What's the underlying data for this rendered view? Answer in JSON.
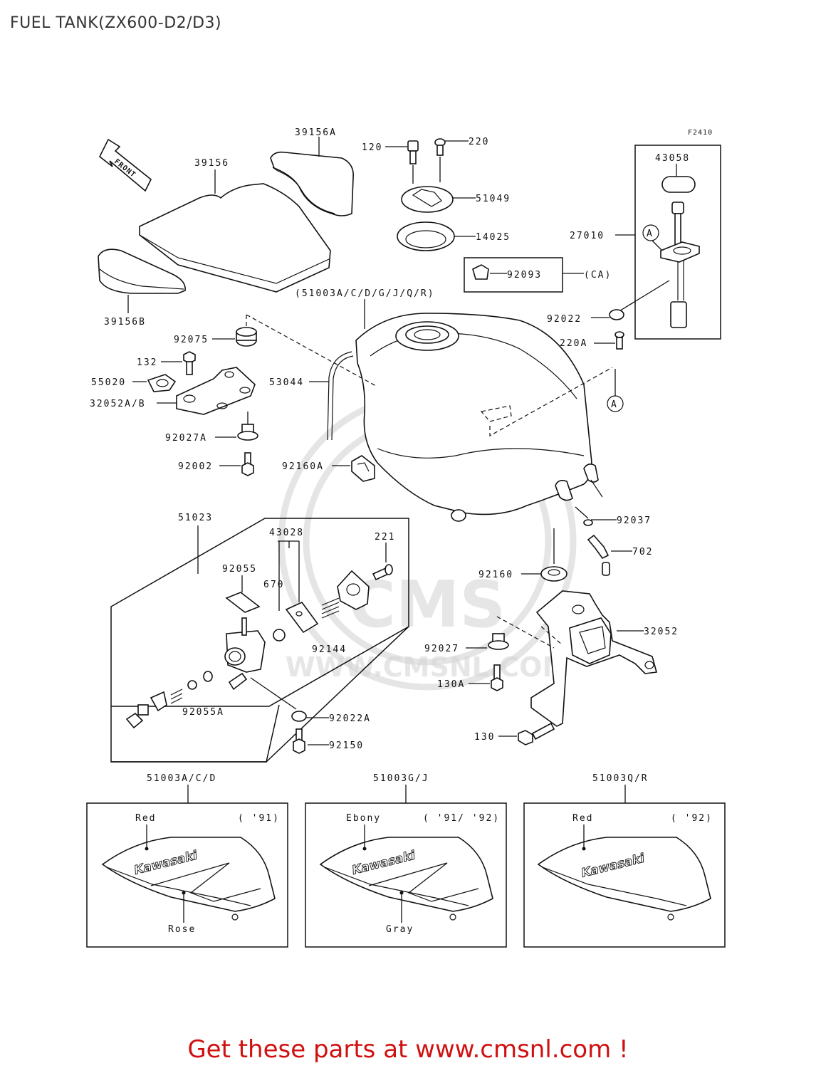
{
  "title": "FUEL TANK(ZX600-D2/D3)",
  "figure_code": "F2410",
  "front_label": "FRONT",
  "ref_a": "A",
  "ref_a2": "A",
  "watermark": {
    "brand": "CMS",
    "url": "WWW.CMSNL.COM"
  },
  "labels": {
    "p39156A": "39156A",
    "p39156": "39156",
    "p39156B": "39156B",
    "p120": "120",
    "p220": "220",
    "p51049": "51049",
    "p14025": "14025",
    "p92093": "92093",
    "pCA": "(CA)",
    "p43058": "43058",
    "p27010": "27010",
    "p92022": "92022",
    "p220A": "220A",
    "p51003": "(51003A/C/D/G/J/Q/R)",
    "p92075": "92075",
    "p132": "132",
    "p55020": "55020",
    "p32052AB": "32052A/B",
    "p92027A": "92027A",
    "p92002": "92002",
    "p53044": "53044",
    "p92160A": "92160A",
    "p51023": "51023",
    "p43028": "43028",
    "p221": "221",
    "p92055": "92055",
    "p670": "670",
    "p92144": "92144",
    "p92055A": "92055A",
    "p92022A": "92022A",
    "p92150": "92150",
    "p92037": "92037",
    "p702": "702",
    "p92160": "92160",
    "p32052": "32052",
    "p92027": "92027",
    "p130A": "130A",
    "p130": "130"
  },
  "variants": [
    {
      "code": "51003A/C/D",
      "top_color": "Red",
      "years": "( '91)",
      "bottom_color": "Rose",
      "brand": "Kawasaki"
    },
    {
      "code": "51003G/J",
      "top_color": "Ebony",
      "years": "( '91/ '92)",
      "bottom_color": "Gray",
      "brand": "Kawasaki"
    },
    {
      "code": "51003Q/R",
      "top_color": "Red",
      "years": "( '92)",
      "bottom_color": "",
      "brand": "Kawasaki"
    }
  ],
  "cta": "Get these parts at www.cmsnl.com !",
  "colors": {
    "cta": "#d01010",
    "ink": "#111111",
    "watermark": "#cfcfcf"
  }
}
